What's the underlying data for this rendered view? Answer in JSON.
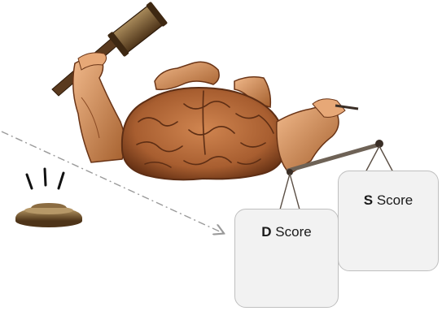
{
  "pans": {
    "s": {
      "letter": "S",
      "word": " Score"
    },
    "d": {
      "letter": "D",
      "word": " Score"
    }
  },
  "colors": {
    "skin": "#d8905a",
    "skin_dark": "#8a4a24",
    "brain": "#b36a3a",
    "brain_dark": "#5e2e14",
    "wood": "#6b4a2a",
    "metal": "#6e6256",
    "pan_fill": "#f2f2f2",
    "pan_border": "#bfbfbf",
    "dash": "#9a9a9a"
  },
  "icons": [
    "gavel-icon",
    "brain-icon",
    "sound-block-icon",
    "scales-icon",
    "hand-icon"
  ]
}
